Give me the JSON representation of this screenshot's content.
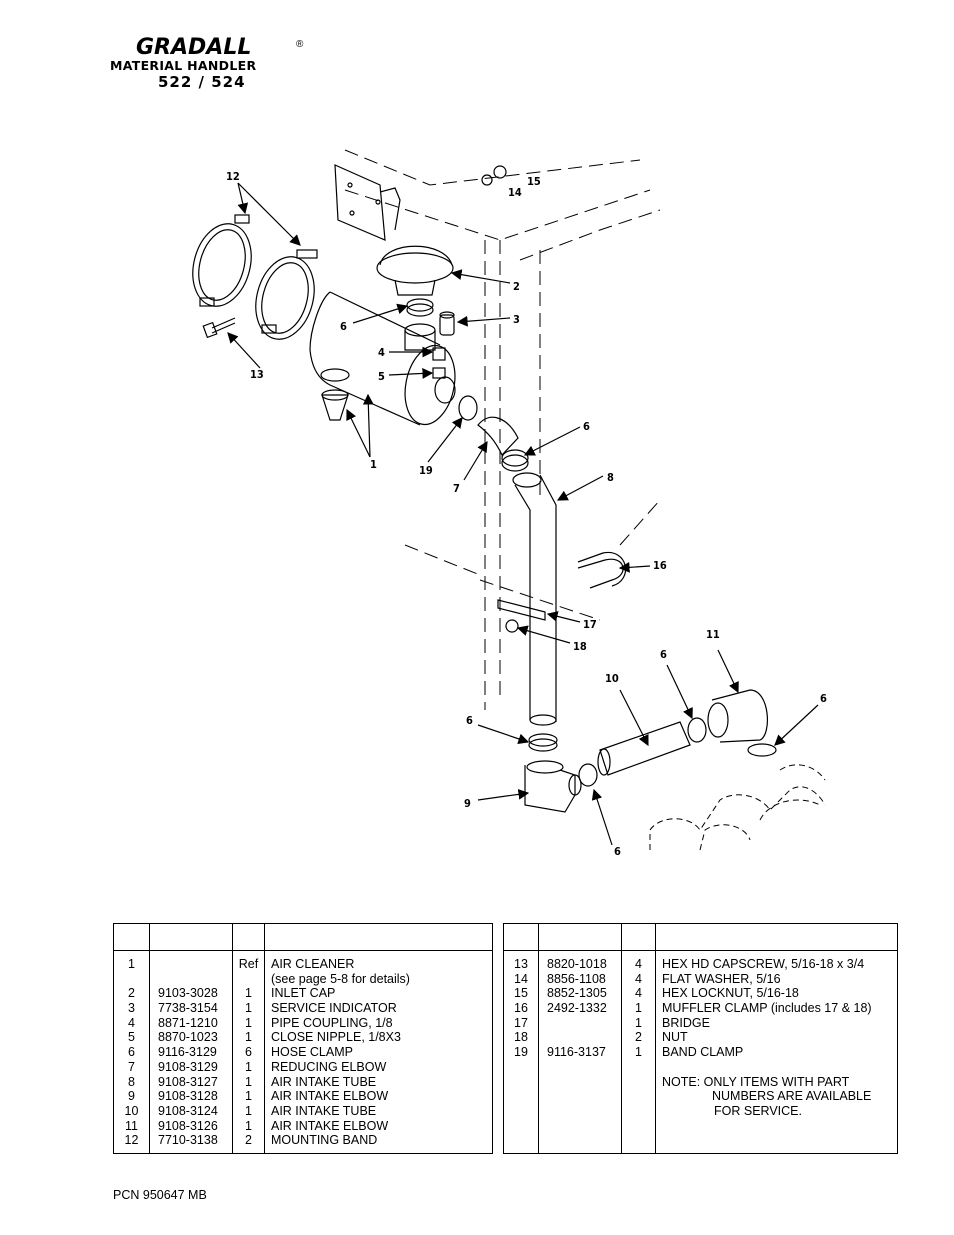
{
  "header": {
    "brand": "GRADALL",
    "registered_mark": "®",
    "product_line": "MATERIAL HANDLER",
    "models": "522 / 524"
  },
  "diagram": {
    "callouts": [
      "1",
      "2",
      "3",
      "4",
      "5",
      "6",
      "7",
      "8",
      "9",
      "10",
      "11",
      "12",
      "13",
      "14",
      "15",
      "16",
      "17",
      "18",
      "19"
    ]
  },
  "parts_table_left": [
    {
      "ref": "1",
      "part_no": "",
      "qty": "Ref",
      "desc": [
        "AIR CLEANER",
        "(see page 5-8 for details)"
      ]
    },
    {
      "ref": "2",
      "part_no": "9103-3028",
      "qty": "1",
      "desc": [
        "INLET CAP"
      ]
    },
    {
      "ref": "3",
      "part_no": "7738-3154",
      "qty": "1",
      "desc": [
        "SERVICE INDICATOR"
      ]
    },
    {
      "ref": "4",
      "part_no": "8871-1210",
      "qty": "1",
      "desc": [
        "PIPE COUPLING, 1/8"
      ]
    },
    {
      "ref": "5",
      "part_no": "8870-1023",
      "qty": "1",
      "desc": [
        "CLOSE NIPPLE, 1/8X3"
      ]
    },
    {
      "ref": "6",
      "part_no": "9116-3129",
      "qty": "6",
      "desc": [
        "HOSE CLAMP"
      ]
    },
    {
      "ref": "7",
      "part_no": "9108-3129",
      "qty": "1",
      "desc": [
        "REDUCING ELBOW"
      ]
    },
    {
      "ref": "8",
      "part_no": "9108-3127",
      "qty": "1",
      "desc": [
        "AIR INTAKE TUBE"
      ]
    },
    {
      "ref": "9",
      "part_no": "9108-3128",
      "qty": "1",
      "desc": [
        "AIR INTAKE ELBOW"
      ]
    },
    {
      "ref": "10",
      "part_no": "9108-3124",
      "qty": "1",
      "desc": [
        "AIR INTAKE TUBE"
      ]
    },
    {
      "ref": "11",
      "part_no": "9108-3126",
      "qty": "1",
      "desc": [
        "AIR INTAKE ELBOW"
      ]
    },
    {
      "ref": "12",
      "part_no": "7710-3138",
      "qty": "2",
      "desc": [
        "MOUNTING BAND"
      ]
    }
  ],
  "parts_table_right": [
    {
      "ref": "13",
      "part_no": "8820-1018",
      "qty": "4",
      "desc": [
        "HEX HD CAPSCREW, 5/16-18 x 3/4"
      ]
    },
    {
      "ref": "14",
      "part_no": "8856-1108",
      "qty": "4",
      "desc": [
        "FLAT WASHER, 5/16"
      ]
    },
    {
      "ref": "15",
      "part_no": "8852-1305",
      "qty": "4",
      "desc": [
        "HEX LOCKNUT, 5/16-18"
      ]
    },
    {
      "ref": "16",
      "part_no": "2492-1332",
      "qty": "1",
      "desc": [
        "MUFFLER CLAMP (includes 17 & 18)"
      ]
    },
    {
      "ref": "17",
      "part_no": "",
      "qty": "1",
      "desc": [
        "BRIDGE"
      ]
    },
    {
      "ref": "18",
      "part_no": "",
      "qty": "2",
      "desc": [
        "NUT"
      ]
    },
    {
      "ref": "19",
      "part_no": "9116-3137",
      "qty": "1",
      "desc": [
        "BAND CLAMP"
      ]
    }
  ],
  "note": [
    "NOTE: ONLY ITEMS WITH PART",
    "NUMBERS ARE AVAILABLE",
    "FOR SERVICE."
  ],
  "footer": {
    "pcn": "PCN 950647 MB"
  }
}
